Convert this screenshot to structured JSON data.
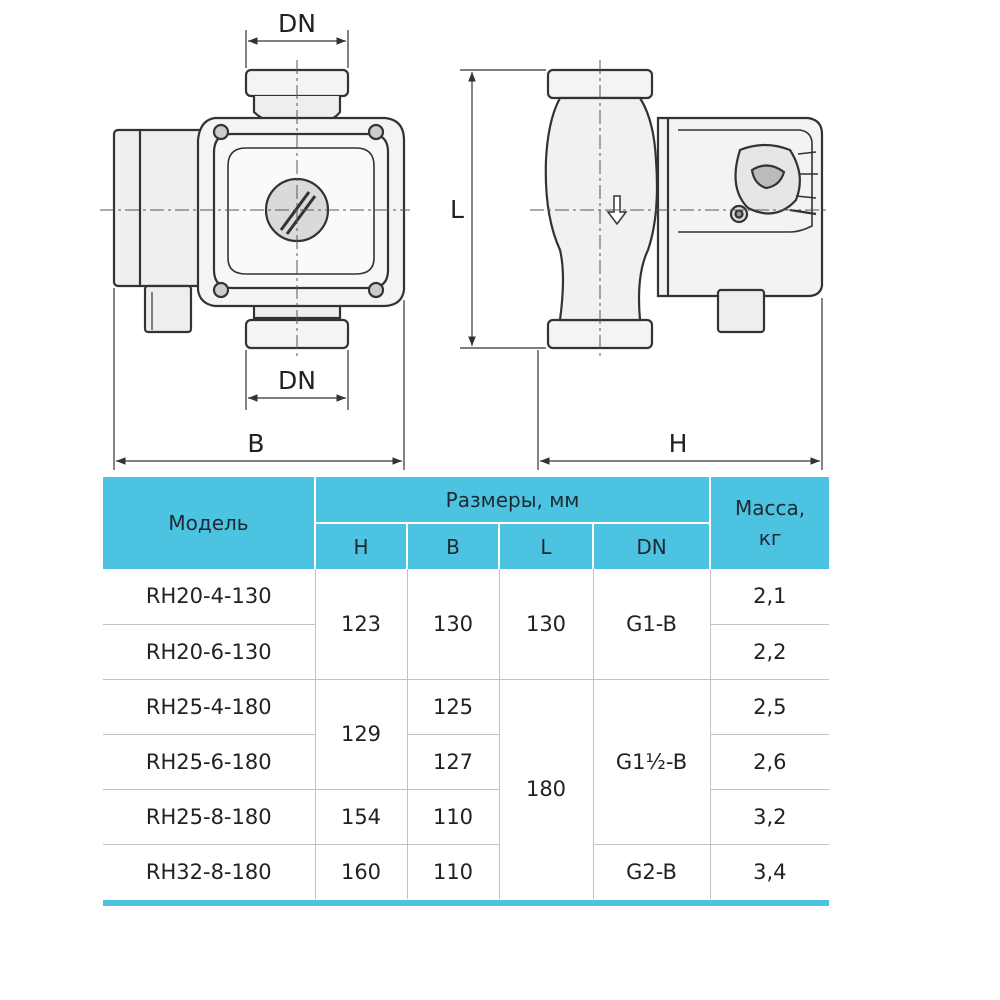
{
  "drawing": {
    "dn_top": "DN",
    "dn_bottom": "DN",
    "label_b": "B",
    "label_l": "L",
    "label_h": "H"
  },
  "table": {
    "header": {
      "model": "Модель",
      "dimensions": "Размеры, мм",
      "mass": "Масса,\nкг",
      "h": "H",
      "b": "B",
      "l": "L",
      "dn": "DN"
    },
    "models": [
      "RH20-4-130",
      "RH20-6-130",
      "RH25-4-180",
      "RH25-6-180",
      "RH25-8-180",
      "RH32-8-180"
    ],
    "h": [
      "123",
      "129",
      "154",
      "160"
    ],
    "b": [
      "130",
      "125",
      "127",
      "110",
      "110"
    ],
    "l": [
      "130",
      "180"
    ],
    "dn": [
      "G1-B",
      "G1½-B",
      "G2-B"
    ],
    "mass": [
      "2,1",
      "2,2",
      "2,5",
      "2,6",
      "3,2",
      "3,4"
    ]
  },
  "colors": {
    "header_bg": "#4cc3e0",
    "grid": "#bfc3c6"
  }
}
